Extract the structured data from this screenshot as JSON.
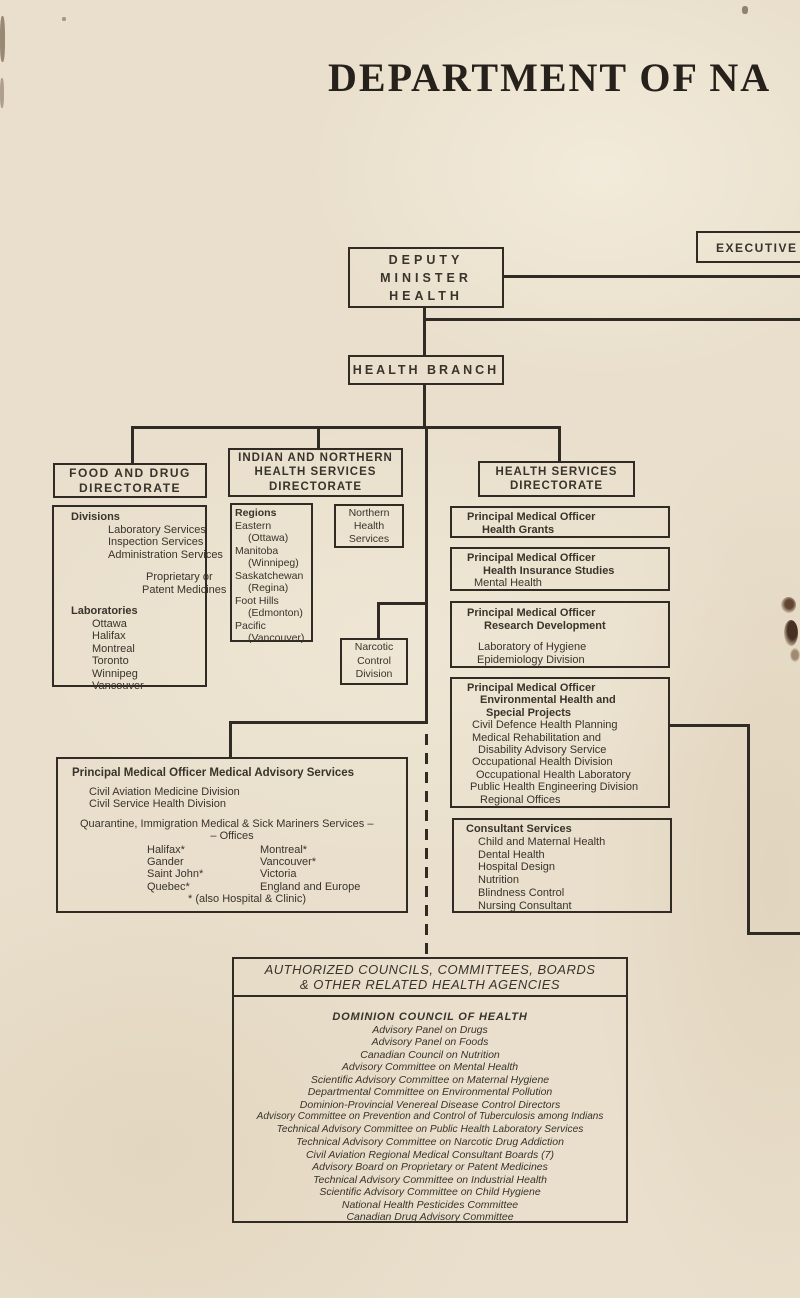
{
  "colors": {
    "paper": "#e9dfcc",
    "ink": "#38332b",
    "line": "#302b24"
  },
  "title": "DEPARTMENT OF NA",
  "executive": {
    "label": "EXECUTIVE AS"
  },
  "deputy": {
    "lines": [
      "DEPUTY",
      "MINISTER",
      "HEALTH"
    ]
  },
  "health_branch": {
    "label": "HEALTH BRANCH"
  },
  "food_drug": {
    "directorate": [
      "FOOD AND DRUG",
      "DIRECTORATE"
    ],
    "divisions_header": "Divisions",
    "division_items": [
      "Laboratory Services",
      "Inspection Services",
      "Administration Services"
    ],
    "proprietary": [
      "Proprietary or",
      "Patent Medicines"
    ],
    "laboratories_header": "Laboratories",
    "laboratory_items": [
      "Ottawa",
      "Halifax",
      "Montreal",
      "Toronto",
      "Winnipeg",
      "Vancouver"
    ]
  },
  "indian_northern": {
    "directorate": [
      "INDIAN AND NORTHERN",
      "HEALTH SERVICES",
      "DIRECTORATE"
    ],
    "regions_header": "Regions",
    "region_lines": [
      "Eastern",
      "(Ottawa)",
      "Manitoba",
      "(Winnipeg)",
      "Saskatchewan",
      "(Regina)",
      "Foot Hills",
      "(Edmonton)",
      "Pacific",
      "(Vancouver)"
    ]
  },
  "northern_health": {
    "lines": [
      "Northern",
      "Health",
      "Services"
    ]
  },
  "narcotic": {
    "lines": [
      "Narcotic",
      "Control",
      "Division"
    ]
  },
  "health_services": {
    "directorate": [
      "HEALTH SERVICES",
      "DIRECTORATE"
    ],
    "pmo_health_grants": [
      "Principal Medical Officer",
      "Health Grants"
    ],
    "pmo_insurance": [
      "Principal Medical Officer",
      "Health Insurance Studies",
      "Mental Health"
    ],
    "pmo_research": [
      "Principal Medical Officer",
      "Research Development",
      "Laboratory of Hygiene",
      "Epidemiology Division"
    ],
    "pmo_environmental_bold": [
      "Principal Medical Officer",
      "Environmental Health and",
      "Special Projects"
    ],
    "pmo_environmental_items": [
      "Civil Defence Health Planning",
      "Medical Rehabilitation and",
      "Disability Advisory Service",
      "Occupational Health Division",
      "Occupational Health Laboratory",
      "Public Health Engineering Division",
      "Regional Offices"
    ],
    "consultant_header": "Consultant Services",
    "consultant_items": [
      "Child and Maternal Health",
      "Dental Health",
      "Hospital Design",
      "Nutrition",
      "Blindness Control",
      "Nursing Consultant"
    ]
  },
  "advisory": {
    "header": "Principal Medical Officer Medical Advisory Services",
    "divisions": [
      "Civil Aviation Medicine Division",
      "Civil Service Health Division"
    ],
    "quarantine_line1": "Quarantine, Immigration Medical & Sick Mariners Services –",
    "quarantine_line2": "– Offices",
    "offices_left": [
      "Halifax*",
      "Gander",
      "Saint John*",
      "Quebec*"
    ],
    "offices_right": [
      "Montreal*",
      "Vancouver*",
      "Victoria",
      "England and Europe"
    ],
    "footnote": "* (also Hospital & Clinic)"
  },
  "authorized": {
    "header": [
      "AUTHORIZED COUNCILS, COMMITTEES, BOARDS",
      "& OTHER RELATED HEALTH AGENCIES"
    ],
    "list_header": "DOMINION COUNCIL OF HEALTH",
    "items": [
      "Advisory Panel on Drugs",
      "Advisory Panel on Foods",
      "Canadian Council on Nutrition",
      "Advisory Committee on Mental Health",
      "Scientific Advisory Committee on Maternal Hygiene",
      "Departmental Committee on Environmental Pollution",
      "Dominion-Provincial Venereal Disease Control Directors",
      "Advisory Committee on Prevention and Control of Tuberculosis among Indians",
      "Technical Advisory Committee on Public Health Laboratory Services",
      "Technical Advisory Committee on Narcotic Drug Addiction",
      "Civil Aviation Regional Medical Consultant Boards (7)",
      "Advisory Board on Proprietary or Patent Medicines",
      "Technical Advisory Committee on Industrial Health",
      "Scientific Advisory Committee on Child Hygiene",
      "National Health Pesticides Committee",
      "Canadian Drug Advisory Committee"
    ]
  }
}
